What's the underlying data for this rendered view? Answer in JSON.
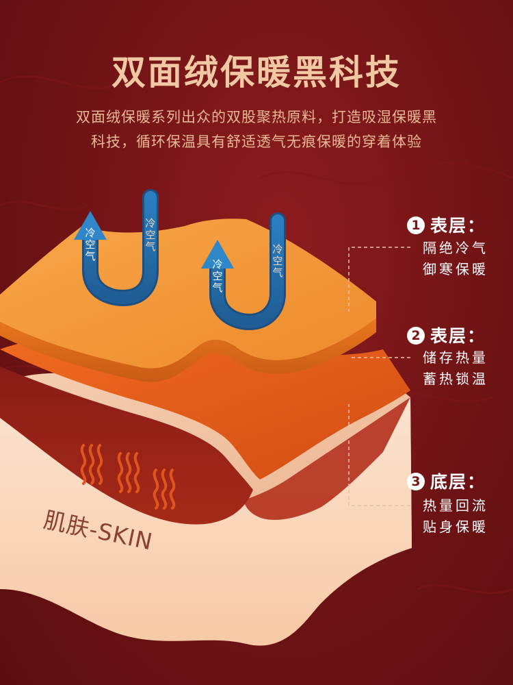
{
  "title": "双面绒保暖黑科技",
  "subtitle": [
    "双面绒保暖系列出众的双股聚热原料，打造吸湿保暖黑",
    "科技，循环保温具有舒适透气无痕保暖的穿着体验"
  ],
  "air_label": "冷空气",
  "layers": [
    {
      "number": "1",
      "name": "表层：",
      "desc": [
        "隔绝冷气",
        "御寒保暖"
      ]
    },
    {
      "number": "2",
      "name": "表层：",
      "desc": [
        "储存热量",
        "蓄热锁温"
      ]
    },
    {
      "number": "3",
      "name": "底层：",
      "desc": [
        "热量回流",
        "贴身保暖"
      ]
    }
  ],
  "skin_label": "肌肤-SKIN",
  "colors": {
    "background": "#6e1214",
    "title": "#f0c9a4",
    "top_layer": "#f39a3a",
    "middle_layer": "#e0581b",
    "skin": "#f6d2b4",
    "air_arrow": "#2c6ea8"
  }
}
